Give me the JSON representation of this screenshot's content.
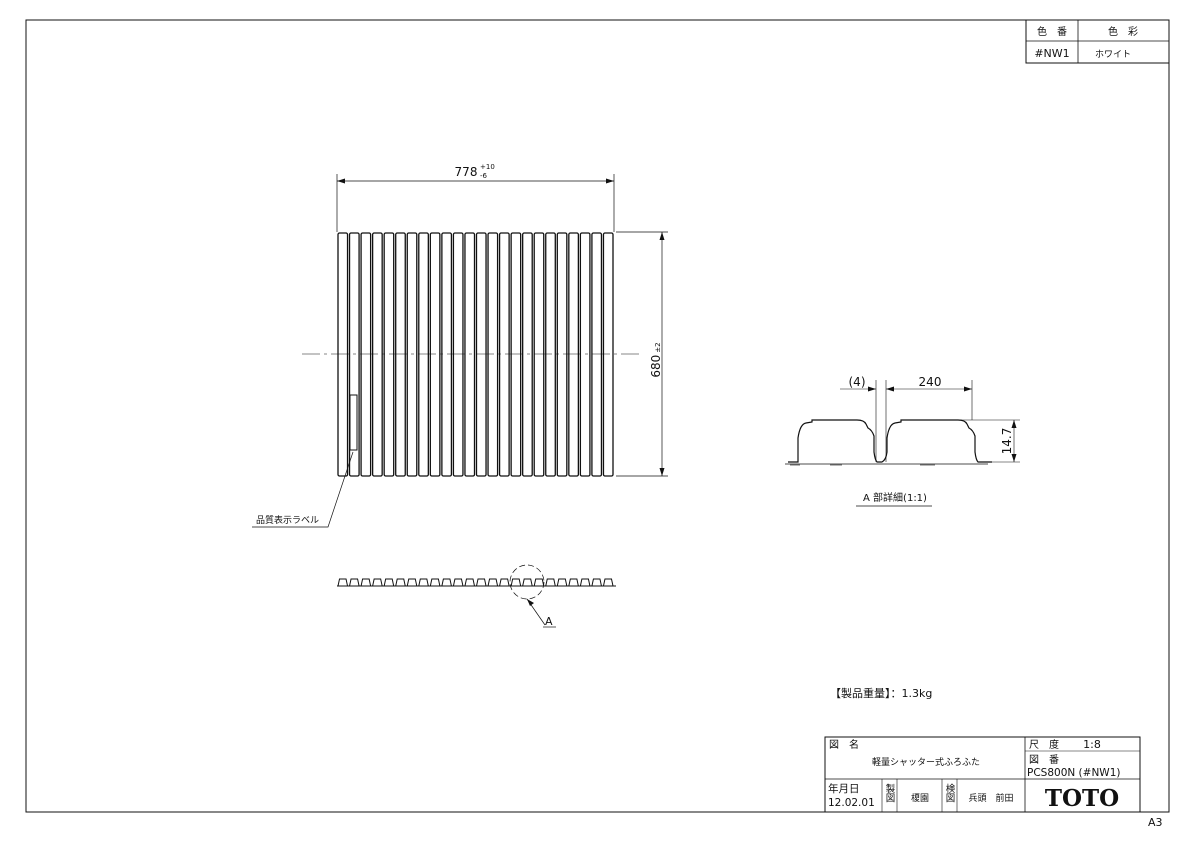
{
  "color_table": {
    "header_code": "色　番",
    "header_color": "色　彩",
    "code": "#NW1",
    "color": "ホワイト"
  },
  "dims": {
    "width_value": "778",
    "width_tol_plus": "+10",
    "width_tol_minus": "-6",
    "height_value": "680",
    "height_tol": "±2",
    "detail_gap": "(4)",
    "detail_pitch": "240",
    "detail_height": "14.7"
  },
  "labels": {
    "quality_label": "品質表示ラベル",
    "section_marker": "A",
    "detail_caption": "A 部詳細(1:1)",
    "weight": "【製品重量】：1.3kg",
    "sheet_size": "A3"
  },
  "title_block": {
    "name_label": "図　名",
    "name_value": "軽量シャッター式ふろふた",
    "scale_label": "尺　度",
    "scale_value": "1:8",
    "number_label": "図　番",
    "number_value": "PCS800N (#NW1)",
    "date_label": "年月日",
    "date_value": "12.02.01",
    "made_label": "製図",
    "made_by": "榎園",
    "check_label": "検図",
    "checked_by": "兵頭　前田",
    "company": "TOTO"
  }
}
